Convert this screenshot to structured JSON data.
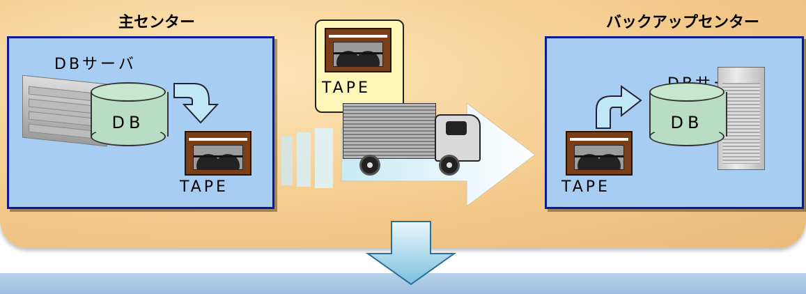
{
  "main_center": {
    "title": "主センター",
    "server_label": "DBサーバ",
    "db_label": "DB",
    "tape_label": "TAPE"
  },
  "transport": {
    "bubble_tape_label": "TAPE"
  },
  "backup_center": {
    "title": "バックアップセンター",
    "server_label": "DBサーバ",
    "db_label": "DB",
    "tape_label": "TAPE"
  },
  "colors": {
    "center_box_fill": "#a8cdf2",
    "center_box_border": "#0a1a9a",
    "db_fill": "#b9dcc4",
    "tape_brown": "#7a3e18",
    "bubble_fill": "#fff7b8"
  }
}
